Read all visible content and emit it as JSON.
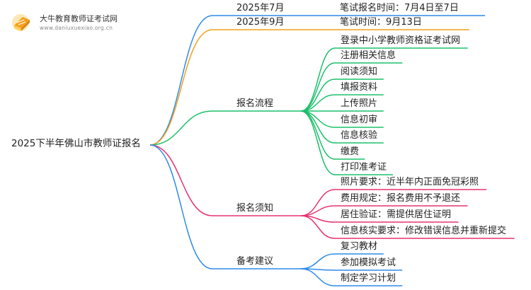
{
  "watermark": {
    "title": "大牛教育教师证考试网",
    "url": "www.daniuxuexiao.org.cn",
    "icon": "book-logo-icon"
  },
  "colors": {
    "blue": "#2f8ae8",
    "orange": "#f0a21b",
    "green": "#1cc06b",
    "pink": "#e6336f"
  },
  "mindmap": {
    "root": "2025下半年佛山市教师证报名",
    "branches": [
      {
        "label": "2025年7月",
        "color": "blue",
        "children": [
          "笔试报名时间：7月4日至7日"
        ]
      },
      {
        "label": "2025年9月",
        "color": "orange",
        "children": [
          "笔试时间：9月13日"
        ]
      },
      {
        "label": "报名流程",
        "color": "green",
        "children": [
          "登录中小学教师资格证考试网",
          "注册相关信息",
          "阅读须知",
          "填报资料",
          "上传照片",
          "信息初审",
          "信息核验",
          "缴费",
          "打印准考证"
        ]
      },
      {
        "label": "报名须知",
        "color": "pink",
        "children": [
          "照片要求：近半年内正面免冠彩照",
          "费用规定：报名费用不予退还",
          "居住验证：需提供居住证明",
          "信息核实要求：修改错误信息并重新提交"
        ]
      },
      {
        "label": "备考建议",
        "color": "blue",
        "children": [
          "复习教材",
          "参加模拟考试",
          "制定学习计划"
        ]
      }
    ]
  }
}
